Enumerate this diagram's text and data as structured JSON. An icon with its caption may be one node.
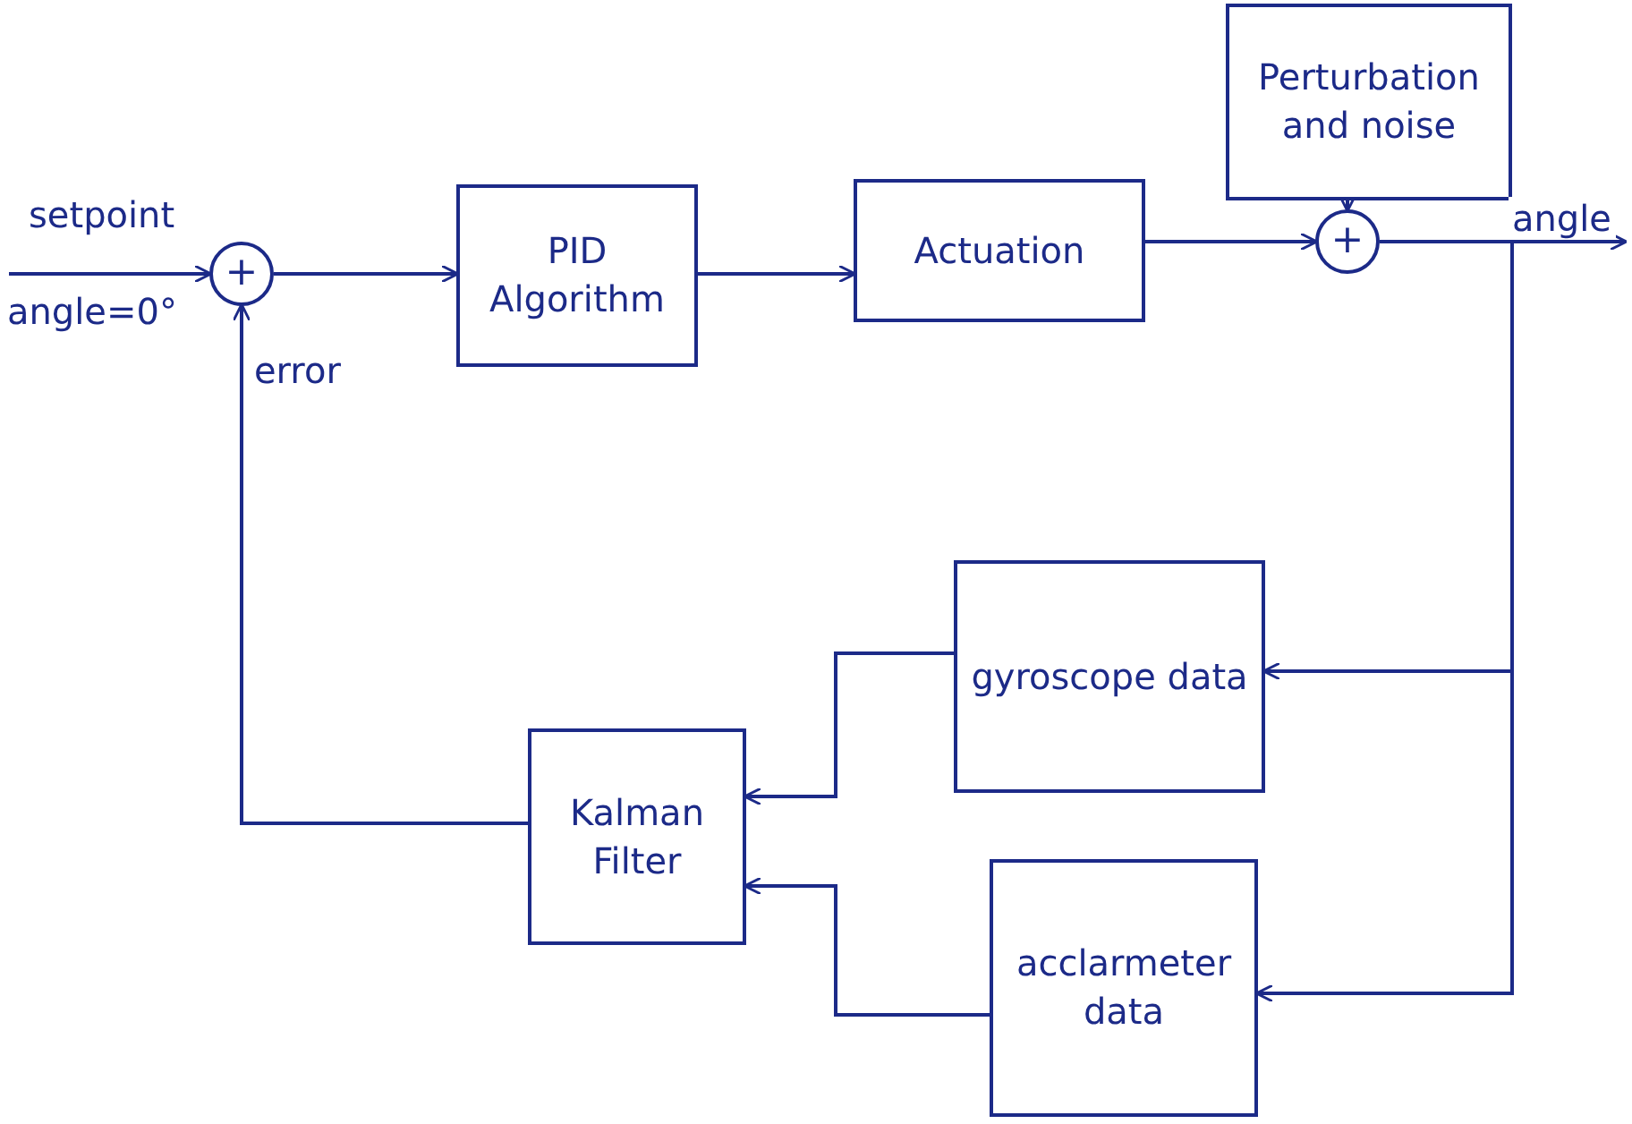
{
  "diagram": {
    "nodes": [
      {
        "text": [
          "+"
        ]
      },
      {
        "text": [
          "PID Algorithm"
        ]
      },
      {
        "text": [
          "Actuation"
        ]
      },
      {
        "text": [
          "Perturbation and noise"
        ]
      },
      {
        "text": [
          "+"
        ]
      },
      {
        "text": [
          "gyroscope data"
        ]
      },
      {
        "text": [
          "Kalman Filter"
        ]
      },
      {
        "text": [
          "acclarmeter data"
        ]
      }
    ],
    "edges": [
      {
        "from": null,
        "to": 0,
        "arrow": "to",
        "label": "setpoint"
      },
      {
        "from": 0,
        "to": 1,
        "arrow": "to"
      },
      {
        "from": 1,
        "to": 2,
        "arrow": "to"
      },
      {
        "from": 2,
        "to": 4,
        "arrow": "to"
      },
      {
        "from": 3,
        "to": 4,
        "arrow": "to"
      },
      {
        "from": 4,
        "to": null,
        "arrow": "to",
        "label": "angle"
      },
      {
        "from": 4,
        "to": 5,
        "arrow": "to"
      },
      {
        "from": 4,
        "to": 7,
        "arrow": "to"
      },
      {
        "from": 5,
        "to": 6,
        "arrow": "to"
      },
      {
        "from": 7,
        "to": 6,
        "arrow": "to"
      },
      {
        "from": 6,
        "to": 0,
        "arrow": "to",
        "label": "error"
      }
    ],
    "labels": [
      "angle=0°"
    ]
  }
}
